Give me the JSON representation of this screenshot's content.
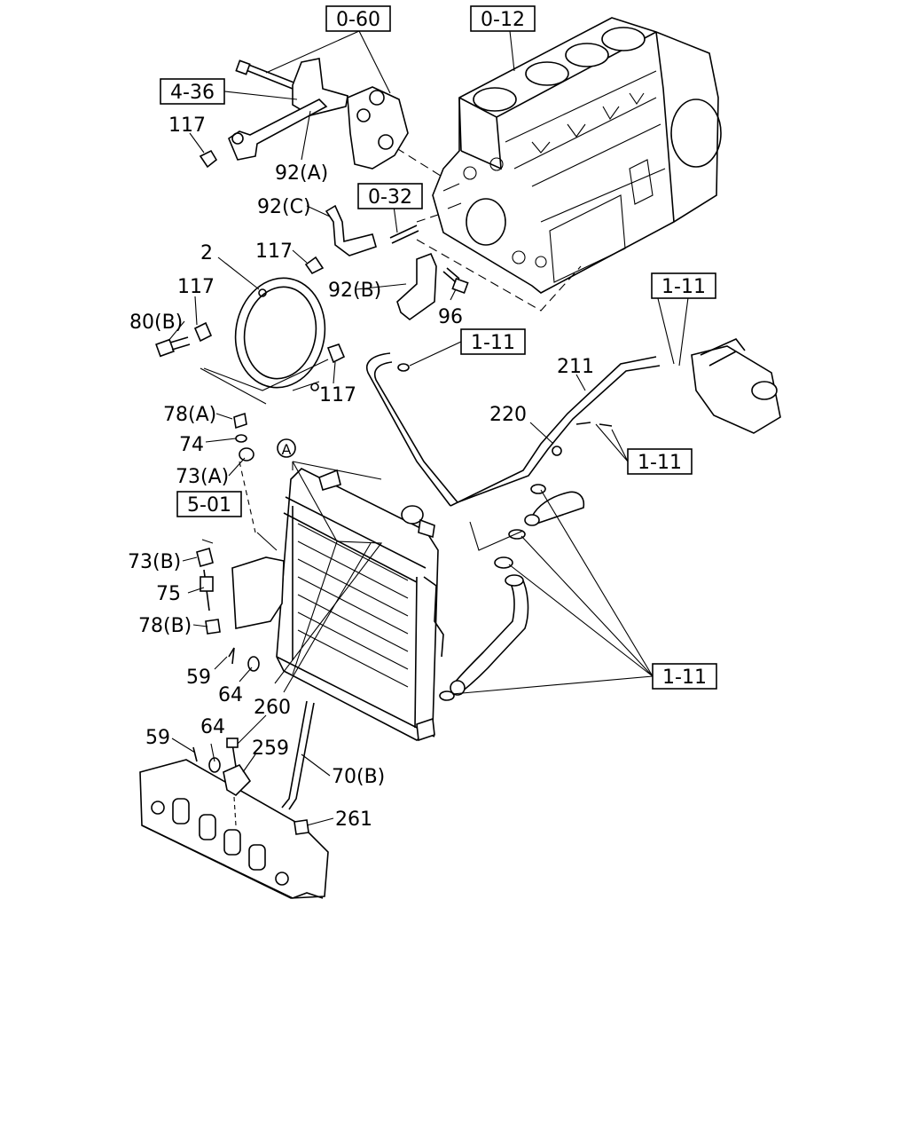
{
  "refs": {
    "r060": "0-60",
    "r012": "0-12",
    "r436": "4-36",
    "r032": "0-32",
    "r111a": "1-11",
    "r111b": "1-11",
    "r111c": "1-11",
    "r111d": "1-11",
    "r501": "5-01"
  },
  "labels": {
    "l117a": "117",
    "l92a": "92(A)",
    "l92c": "92(C)",
    "l117b": "117",
    "l2": "2",
    "l117c": "117",
    "l80b": "80(B)",
    "l92b": "92(B)",
    "l96": "96",
    "l117d": "117",
    "l211": "211",
    "l220": "220",
    "l78a": "78(A)",
    "l74": "74",
    "l73a": "73(A)",
    "lA": "A",
    "l73b": "73(B)",
    "l75": "75",
    "l78b": "78(B)",
    "l59a": "59",
    "l64a": "64",
    "l260": "260",
    "l59b": "59",
    "l64b": "64",
    "l259": "259",
    "l70b": "70(B)",
    "l261": "261"
  }
}
